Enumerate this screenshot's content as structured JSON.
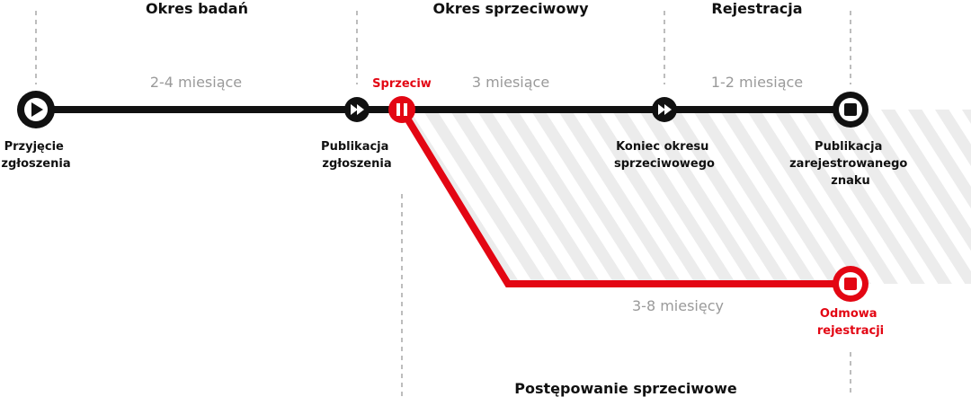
{
  "phases": {
    "examination": "Okres badań",
    "opposition_period": "Okres sprzeciwowy",
    "registration": "Rejestracja",
    "opposition_proceedings": "Postępowanie sprzeciwowe"
  },
  "durations": {
    "examination": "2-4 miesiące",
    "opposition": "3 miesiące",
    "registration": "1-2 miesiące",
    "opposition_proceedings": "3-8 miesięcy"
  },
  "milestones": {
    "filing": [
      "Przyjęcie",
      "zgłoszenia"
    ],
    "publication": [
      "Publikacja",
      "zgłoszenia"
    ],
    "opposition": "Sprzeciw",
    "end_of_opposition": [
      "Koniec okresu",
      "sprzeciwowego"
    ],
    "registered_publication": [
      "Publikacja",
      "zarejestrowanego",
      "znaku"
    ],
    "refusal": [
      "Odmowa",
      "rejestracji"
    ]
  },
  "colors": {
    "main_line": "#111111",
    "opposition_line": "#e30613",
    "dashed": "#bdbdbd",
    "duration_text": "#9a9a9a",
    "hatch": "#ececec"
  }
}
